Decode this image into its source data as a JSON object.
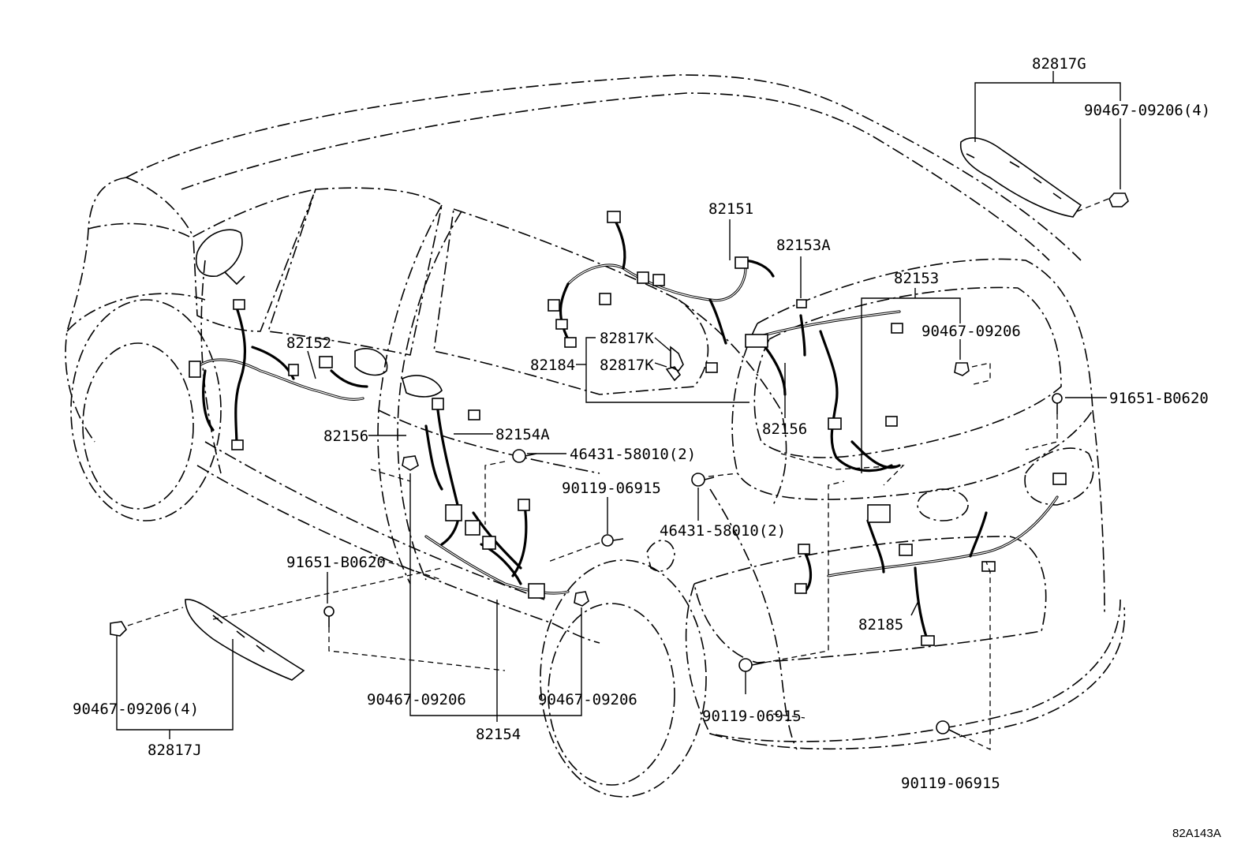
{
  "labels": {
    "p82817G": "82817G",
    "p90467_09206_4_top": "90467-09206(4)",
    "p82151": "82151",
    "p82153A": "82153A",
    "p82153": "82153",
    "p90467_09206_right": "90467-09206",
    "p91651_B0620_right": "91651-B0620",
    "p82152": "82152",
    "p82817K_1": "82817K",
    "p82817K_2": "82817K",
    "p82184": "82184",
    "p82156_left": "82156",
    "p82154A": "82154A",
    "p82156_right": "82156",
    "p46431_58010_1": "46431-58010(2)",
    "p90119_06915_mid": "90119-06915",
    "p46431_58010_2": "46431-58010(2)",
    "p91651_B0620_left": "91651-B0620",
    "p82185": "82185",
    "p90467_09206_4_left": "90467-09206(4)",
    "p82817J": "82817J",
    "p90467_09206_b1": "90467-09206",
    "p90467_09206_b2": "90467-09206",
    "p82154": "82154",
    "p90119_06915_b1": "90119-06915",
    "p90119_06915_b2": "90119-06915",
    "reference": "82A143A"
  }
}
